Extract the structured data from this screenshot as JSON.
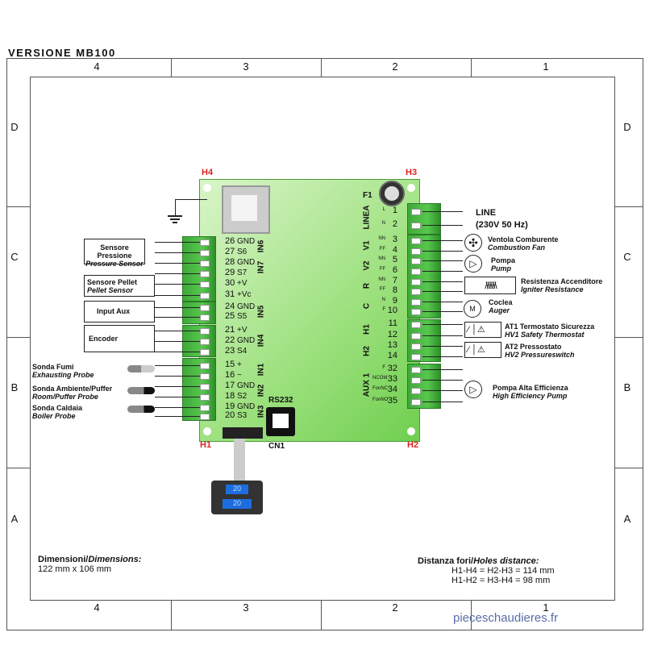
{
  "title": "VERSIONE MB100",
  "columns": [
    "4",
    "3",
    "2",
    "1"
  ],
  "rows": [
    "D",
    "C",
    "B",
    "A"
  ],
  "holes": {
    "h1": "H1",
    "h2": "H2",
    "h3": "H3",
    "h4": "H4"
  },
  "fuse": "F1",
  "rs232": "RS232",
  "cn1": "CN1",
  "display": {
    "top": "20",
    "bottom": "20"
  },
  "left_terminals": [
    {
      "n": "26",
      "s": "GND"
    },
    {
      "n": "27",
      "s": "S6"
    },
    {
      "n": "28",
      "s": "GND"
    },
    {
      "n": "29",
      "s": "S7"
    },
    {
      "n": "30",
      "s": "+V"
    },
    {
      "n": "31",
      "s": "+Vc"
    },
    {
      "n": "24",
      "s": "GND"
    },
    {
      "n": "25",
      "s": "S5"
    },
    {
      "n": "21",
      "s": "+V"
    },
    {
      "n": "22",
      "s": "GND"
    },
    {
      "n": "23",
      "s": "S4"
    },
    {
      "n": "15",
      "s": "+"
    },
    {
      "n": "16",
      "s": "−"
    },
    {
      "n": "17",
      "s": "GND"
    },
    {
      "n": "18",
      "s": "S2"
    },
    {
      "n": "19",
      "s": "GND"
    },
    {
      "n": "20",
      "s": "S3"
    }
  ],
  "left_groups": [
    "IN6",
    "IN7",
    "IN5",
    "IN4",
    "IN1",
    "IN2",
    "IN3"
  ],
  "right_terminals": [
    {
      "n": "1",
      "s": "L"
    },
    {
      "n": "2",
      "s": "N"
    },
    {
      "n": "3",
      "s": "NN"
    },
    {
      "n": "4",
      "s": "FF"
    },
    {
      "n": "5",
      "s": "NN"
    },
    {
      "n": "6",
      "s": "FF"
    },
    {
      "n": "7",
      "s": "NN"
    },
    {
      "n": "8",
      "s": "FF"
    },
    {
      "n": "9",
      "s": "N"
    },
    {
      "n": "10",
      "s": "F"
    },
    {
      "n": "11",
      "s": ""
    },
    {
      "n": "12",
      "s": ""
    },
    {
      "n": "13",
      "s": ""
    },
    {
      "n": "14",
      "s": ""
    },
    {
      "n": "32",
      "s": "F"
    },
    {
      "n": "33",
      "s": "NCOM"
    },
    {
      "n": "34",
      "s": "FonNC"
    },
    {
      "n": "35",
      "s": "FonNO"
    }
  ],
  "right_groups": [
    "LINEA",
    "V1",
    "V2",
    "R",
    "C",
    "H1",
    "H2",
    "AUX 1"
  ],
  "left_devices": {
    "pressure": {
      "it": "Sensore Pressione",
      "en": "Pressure Sensor"
    },
    "pellet": {
      "it": "Sensore Pellet",
      "en": "Pellet Sensor"
    },
    "input_aux": "Input Aux",
    "encoder": "Encoder",
    "fumi": {
      "it": "Sonda Fumi",
      "en": "Exhausting Probe"
    },
    "ambiente": {
      "it": "Sonda Ambiente/Puffer",
      "en": "Room/Puffer Probe"
    },
    "caldaia": {
      "it": "Sonda Caldaia",
      "en": "Boiler Probe"
    }
  },
  "right_devices": {
    "line": {
      "a": "LINE",
      "b": "(230V 50 Hz)"
    },
    "fan": {
      "it": "Ventola Comburente",
      "en": "Combustion Fan"
    },
    "pump": {
      "it": "Pompa",
      "en": "Pump"
    },
    "igniter": {
      "it": "Resistenza Accenditore",
      "en": "Igniter Resistance"
    },
    "auger": {
      "it": "Coclea",
      "en": "Auger",
      "sym": "M"
    },
    "at1": {
      "it": "AT1 Termostato Sicurezza",
      "en": "HV1 Safety Thermostat"
    },
    "at2": {
      "it": "AT2 Pressostato",
      "en": "HV2 Pressureswitch"
    },
    "hep": {
      "it": "Pompa Alta Efficienza",
      "en": "High Efficiency Pump"
    }
  },
  "dimensions": {
    "label_it": "Dimensioni/",
    "label_en": "Dimensions:",
    "value": "122 mm x 106 mm"
  },
  "holes_distance": {
    "label_it": "Distanza fori/",
    "label_en": "Holes distance:",
    "line1": "H1-H4 = H2-H3 = 114 mm",
    "line2": "H1-H2 = H3-H4 = 98 mm"
  },
  "watermark": "pieceschaudieres.fr"
}
